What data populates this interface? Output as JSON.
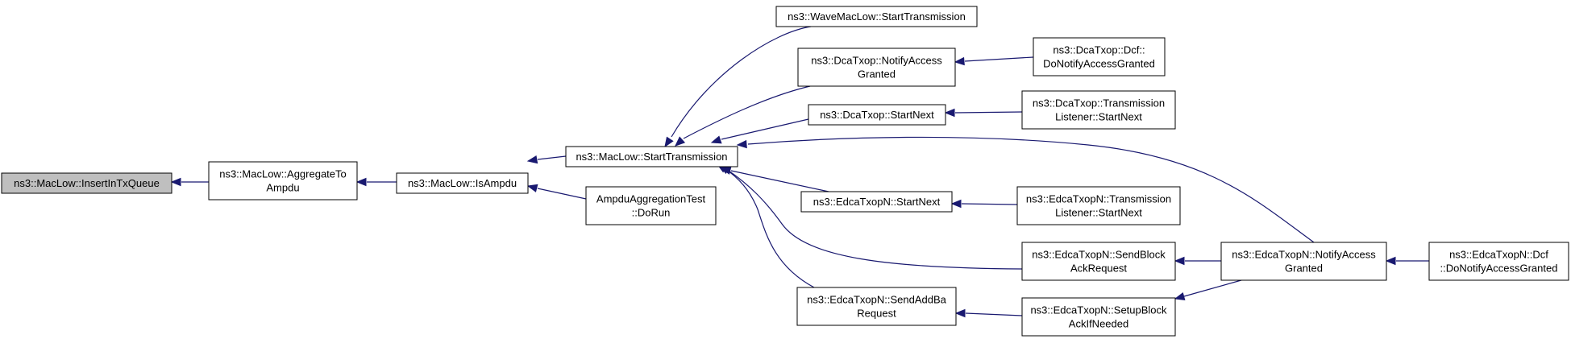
{
  "diagram": {
    "colors": {
      "edge": "#191970",
      "node_fill": "#ffffff",
      "node_fill_highlight": "#bfbfbf",
      "node_border": "#000000"
    },
    "nodes": [
      {
        "id": "insertInTxQueue",
        "lines": [
          "ns3::MacLow::InsertInTxQueue"
        ],
        "highlight": true
      },
      {
        "id": "aggregateToAmpdu",
        "lines": [
          "ns3::MacLow::AggregateTo",
          "Ampdu"
        ]
      },
      {
        "id": "isAmpdu",
        "lines": [
          "ns3::MacLow::IsAmpdu"
        ]
      },
      {
        "id": "startTransmission",
        "lines": [
          "ns3::MacLow::StartTransmission"
        ]
      },
      {
        "id": "ampduAggTestDoRun",
        "lines": [
          "AmpduAggregationTest",
          "::DoRun"
        ]
      },
      {
        "id": "waveMacLowStartTx",
        "lines": [
          "ns3::WaveMacLow::StartTransmission"
        ]
      },
      {
        "id": "dcaTxopNotifyAccessGranted",
        "lines": [
          "ns3::DcaTxop::NotifyAccess",
          "Granted"
        ]
      },
      {
        "id": "dcaTxopStartNext",
        "lines": [
          "ns3::DcaTxop::StartNext"
        ]
      },
      {
        "id": "edcaTxopNStartNext",
        "lines": [
          "ns3::EdcaTxopN::StartNext"
        ]
      },
      {
        "id": "edcaTxopNSendAddBaRequest",
        "lines": [
          "ns3::EdcaTxopN::SendAddBa",
          "Request"
        ]
      },
      {
        "id": "dcaTxopDcfDoNotify",
        "lines": [
          "ns3::DcaTxop::Dcf::",
          "DoNotifyAccessGranted"
        ]
      },
      {
        "id": "dcaTxopTransListenerStartNext",
        "lines": [
          "ns3::DcaTxop::Transmission",
          "Listener::StartNext"
        ]
      },
      {
        "id": "edcaTxopNTransListenerStartNext",
        "lines": [
          "ns3::EdcaTxopN::Transmission",
          "Listener::StartNext"
        ]
      },
      {
        "id": "edcaTxopNSendBlockAckRequest",
        "lines": [
          "ns3::EdcaTxopN::SendBlock",
          "AckRequest"
        ]
      },
      {
        "id": "edcaTxopNSetupBlockAck",
        "lines": [
          "ns3::EdcaTxopN::SetupBlock",
          "AckIfNeeded"
        ]
      },
      {
        "id": "edcaTxopNNotifyAccessGranted",
        "lines": [
          "ns3::EdcaTxopN::NotifyAccess",
          "Granted"
        ]
      },
      {
        "id": "edcaTxopNDcfDoNotify",
        "lines": [
          "ns3::EdcaTxopN::Dcf",
          "::DoNotifyAccessGranted"
        ]
      }
    ],
    "edges": [
      {
        "from": "aggregateToAmpdu",
        "to": "insertInTxQueue"
      },
      {
        "from": "isAmpdu",
        "to": "aggregateToAmpdu"
      },
      {
        "from": "startTransmission",
        "to": "isAmpdu"
      },
      {
        "from": "ampduAggTestDoRun",
        "to": "isAmpdu"
      },
      {
        "from": "waveMacLowStartTx",
        "to": "startTransmission"
      },
      {
        "from": "dcaTxopNotifyAccessGranted",
        "to": "startTransmission"
      },
      {
        "from": "dcaTxopStartNext",
        "to": "startTransmission"
      },
      {
        "from": "edcaTxopNNotifyAccessGranted",
        "to": "startTransmission"
      },
      {
        "from": "edcaTxopNStartNext",
        "to": "startTransmission"
      },
      {
        "from": "edcaTxopNSendBlockAckRequest",
        "to": "startTransmission"
      },
      {
        "from": "edcaTxopNSendAddBaRequest",
        "to": "startTransmission"
      },
      {
        "from": "dcaTxopDcfDoNotify",
        "to": "dcaTxopNotifyAccessGranted"
      },
      {
        "from": "dcaTxopTransListenerStartNext",
        "to": "dcaTxopStartNext"
      },
      {
        "from": "edcaTxopNTransListenerStartNext",
        "to": "edcaTxopNStartNext"
      },
      {
        "from": "edcaTxopNNotifyAccessGranted",
        "to": "edcaTxopNSendBlockAckRequest"
      },
      {
        "from": "edcaTxopNSetupBlockAck",
        "to": "edcaTxopNSendAddBaRequest"
      },
      {
        "from": "edcaTxopNNotifyAccessGranted",
        "to": "edcaTxopNSetupBlockAck"
      },
      {
        "from": "edcaTxopNDcfDoNotify",
        "to": "edcaTxopNNotifyAccessGranted"
      }
    ]
  }
}
